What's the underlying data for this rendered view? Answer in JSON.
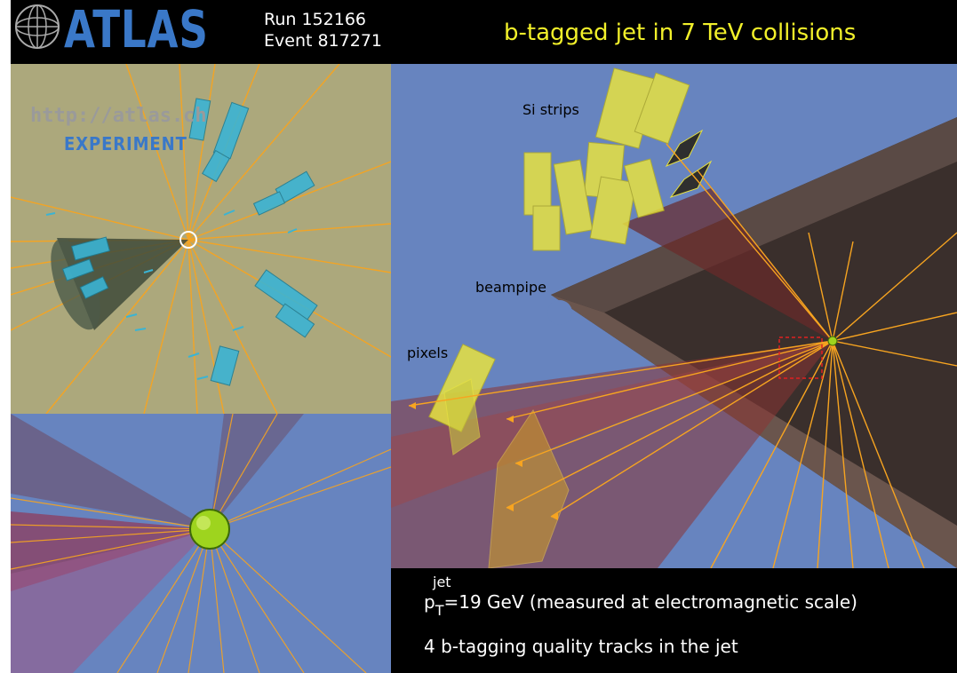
{
  "logo": {
    "name": "ATLAS",
    "subtitle": "EXPERIMENT",
    "url": "http://atlas.ch"
  },
  "header": {
    "run": "Run 152166",
    "event": "Event 817271",
    "title": "b-tagged jet in 7 TeV collisions"
  },
  "labels": {
    "si_strips": "Si strips",
    "beampipe": "beampipe",
    "pixels": "pixels"
  },
  "info": {
    "pt_super": "jet",
    "pt_p": "p",
    "pt_sub": "T",
    "pt_rest": "=19 GeV (measured at electromagnetic scale)",
    "tracks": "4 b-tagging quality tracks in the jet"
  },
  "colors": {
    "title": "#f2f02a",
    "logo": "#3a78c8",
    "track": "#f7a420",
    "cluster": "#3ab4d4",
    "vertex": "#9ed41e"
  }
}
